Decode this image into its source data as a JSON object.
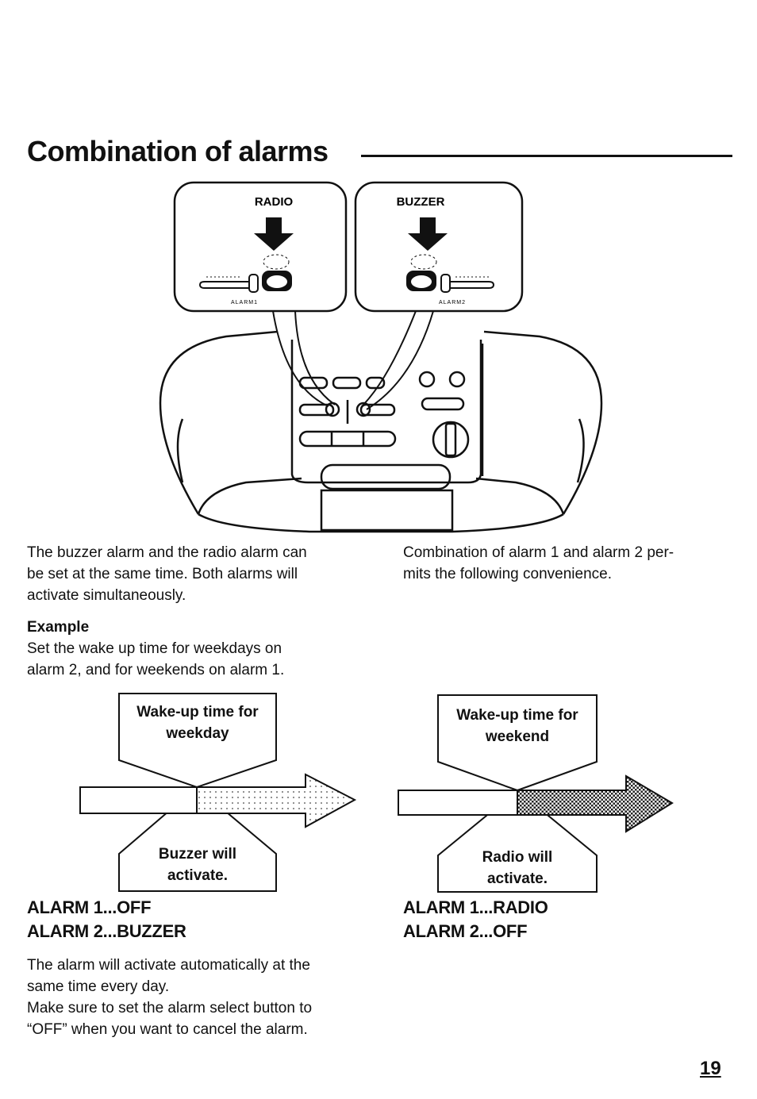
{
  "page": {
    "title": "Combination of alarms",
    "page_number": "19"
  },
  "illustration": {
    "left_callout_label": "RADIO",
    "right_callout_label": "BUZZER",
    "left_switch_caption": "ALARM1",
    "right_switch_caption": "ALARM2"
  },
  "left_column": {
    "intro_lines": [
      "The buzzer alarm and the radio alarm can",
      "be set at the same time. Both alarms will",
      "activate simultaneously."
    ],
    "example_heading": "Example",
    "example_lines": [
      "Set the wake up time for weekdays on",
      "alarm 2, and for weekends on alarm 1."
    ],
    "diagram": {
      "top_box_lines": [
        "Wake-up time for",
        "weekday"
      ],
      "bottom_box_lines": [
        "Buzzer will",
        "activate."
      ]
    },
    "alarm1": "ALARM 1...OFF",
    "alarm2": "ALARM 2...BUZZER",
    "note_lines": [
      "The alarm will activate automatically at the",
      "same time every day.",
      "Make sure to set the alarm select button to",
      "“OFF” when you want to cancel the alarm."
    ]
  },
  "right_column": {
    "intro_lines": [
      "Combination of alarm 1 and alarm 2 per-",
      "mits the following convenience."
    ],
    "diagram": {
      "top_box_lines": [
        "Wake-up time for",
        "weekend"
      ],
      "bottom_box_lines": [
        "Radio will",
        "activate."
      ]
    },
    "alarm1": "ALARM 1...RADIO",
    "alarm2": "ALARM 2...OFF"
  }
}
